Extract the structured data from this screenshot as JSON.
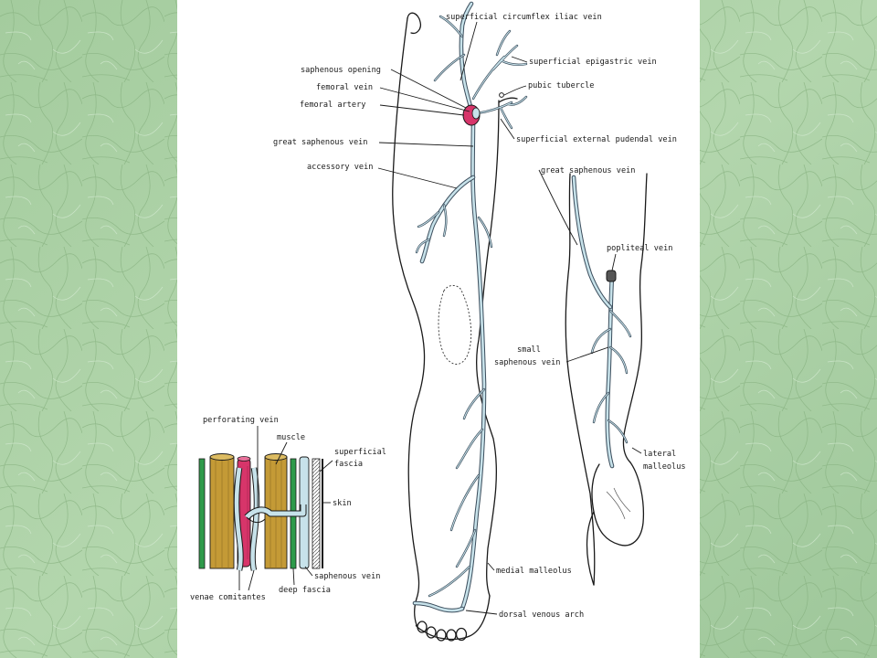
{
  "colors": {
    "background_green": "#a9cfa2",
    "panel": "#ffffff",
    "vein_fill": "#c7e2ea",
    "artery": "#d7356a",
    "muscle": "#c49a36",
    "fascia_green": "#2e9a4a"
  },
  "main_leg": {
    "superficial_circumflex_iliac_vein": "superficial circumflex iliac vein",
    "superficial_epigastric_vein": "superficial epigastric vein",
    "saphenous_opening": "saphenous opening",
    "femoral_vein": "femoral vein",
    "pubic_tubercle": "pubic tubercle",
    "femoral_artery": "femoral artery",
    "superficial_external_pudendal_vein": "superficial external pudendal vein",
    "great_saphenous_vein": "great saphenous vein",
    "accessory_vein": "accessory vein",
    "medial_malleolus": "medial malleolus",
    "dorsal_venous_arch": "dorsal venous arch"
  },
  "back_leg": {
    "great_saphenous_vein": "great saphenous vein",
    "popliteal_vein": "popliteal vein",
    "small_saphenous_vein_line1": "small",
    "small_saphenous_vein_line2": "saphenous vein",
    "lateral_malleolus_line1": "lateral",
    "lateral_malleolus_line2": "malleolus"
  },
  "cross_section": {
    "perforating_vein": "perforating vein",
    "muscle": "muscle",
    "superficial_fascia_line1": "superficial",
    "superficial_fascia_line2": "fascia",
    "skin": "skin",
    "saphenous_vein": "saphenous vein",
    "deep_fascia": "deep fascia",
    "venae_comitantes": "venae comitantes"
  }
}
